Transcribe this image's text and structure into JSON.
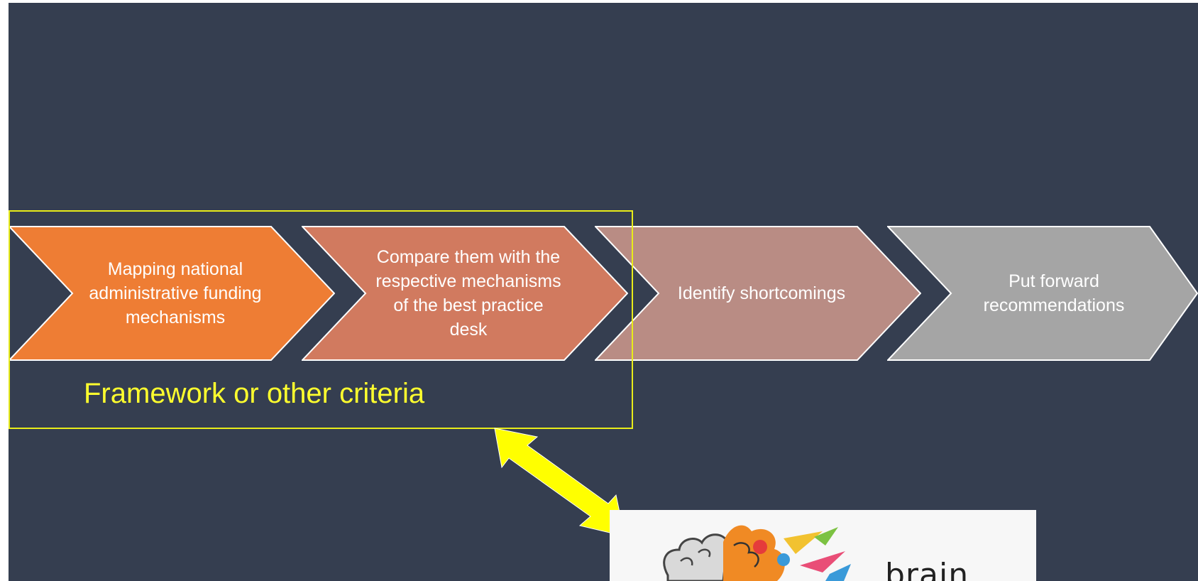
{
  "steps": [
    {
      "label": "Mapping national administrative funding mechanisms",
      "color": "#ee7d34"
    },
    {
      "label": "Compare them with the respective mechanisms of the best practice desk",
      "color": "#d17a5f"
    },
    {
      "label": "Identify shortcomings",
      "color": "#b98c84"
    },
    {
      "label": "Put forward recommendations",
      "color": "#a5a5a5"
    }
  ],
  "framework_label": "Framework or other criteria",
  "highlight_color": "#ffff2e",
  "image_caption_word": "brain"
}
